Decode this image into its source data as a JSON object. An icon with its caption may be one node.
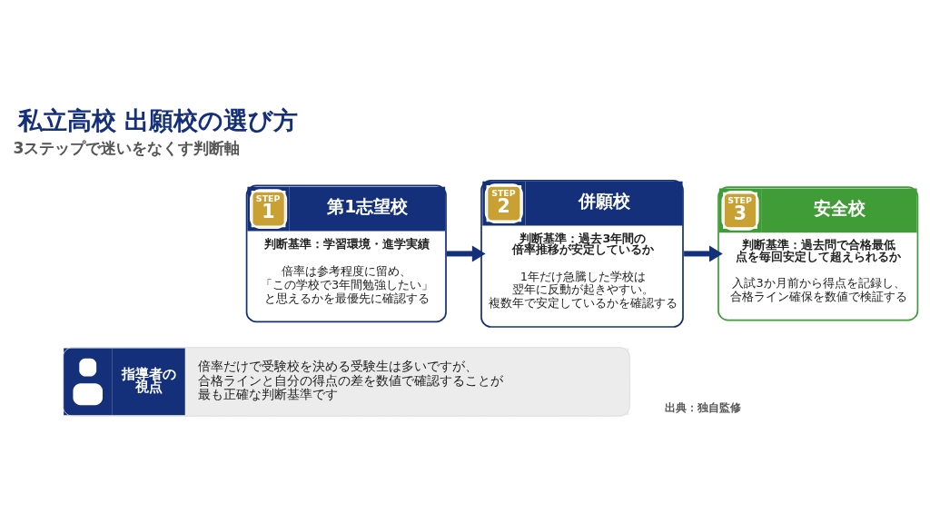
{
  "diagram": {
    "title": "私立高校 出願校の選び方",
    "nodes": [
      {
        "text": [
          "STEP",
          "1",
          "第1志望校",
          "判断基準：学習環境・進学実績",
          "倍率は参考程度に留め、「この学校で3年間勉強したい」と思えるかを最優先に確認する"
        ]
      },
      {
        "text": [
          "STEP",
          "2",
          "併願校",
          "判断基準：過去3年間の倍率推移が安定しているか",
          "1年だけ急騰した学校は翌年に反動が起きやすい。複数年で安定しているかを確認する"
        ]
      },
      {
        "text": [
          "STEP",
          "3",
          "安全校",
          "判断基準：過去問で合格最低点を毎回安定して超えられるか",
          "入試3か月前から得点を記録し、合格ライン確保を数値で検証する"
        ]
      },
      {
        "text": [
          "指導者の視点",
          "倍率だけで受験校を決める受験生は多いですが、合格ラインと自分の得点の差を数値で確認することが最も正確な判断基準です"
        ]
      }
    ],
    "edges": [
      {
        "from": 0,
        "to": 1,
        "arrow": "to"
      },
      {
        "from": 1,
        "to": 2,
        "arrow": "to"
      }
    ],
    "labels": [
      "3ステップで迷いをなくす判断軸",
      "出典：独自監修"
    ]
  }
}
